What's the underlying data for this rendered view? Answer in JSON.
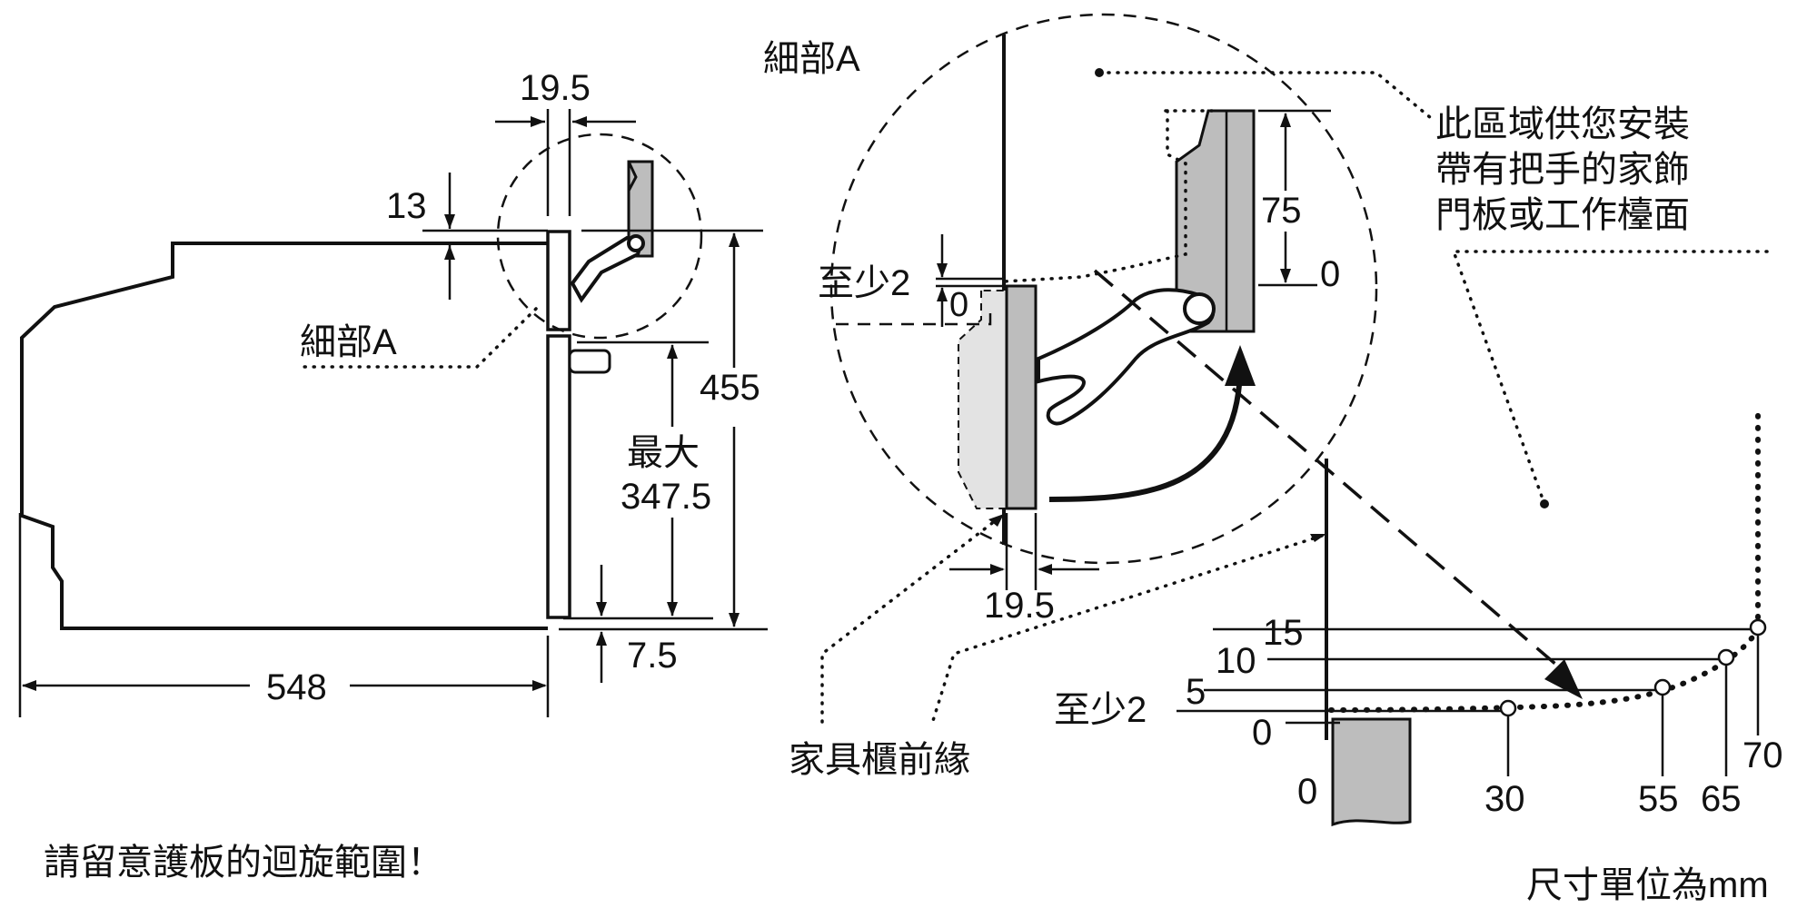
{
  "labels": {
    "detail_a_left": "細部A",
    "detail_a_top": "細部A",
    "min2_top": "至少2",
    "min2_bottom": "至少2",
    "cabinet_front_edge": "家具櫃前緣",
    "area_note": [
      "此區域供您安裝",
      "帶有把手的家飾",
      "門板或工作檯面"
    ],
    "max_label": "最大",
    "swing_note": "請留意護板的迴旋範圍！",
    "units_note": "尺寸單位為mm"
  },
  "dimensions": {
    "d19_5_top": "19.5",
    "d13": "13",
    "d455": "455",
    "d347_5": "347.5",
    "d7_5": "7.5",
    "d548": "548",
    "d75": "75",
    "d0_top_right": "0",
    "d0_top_left": "0",
    "d19_5_bottom": "19.5"
  },
  "swing_graph": {
    "y_labels": [
      "15",
      "10",
      "5",
      "0"
    ],
    "x_labels": [
      "0",
      "30",
      "55",
      "65",
      "70"
    ]
  }
}
